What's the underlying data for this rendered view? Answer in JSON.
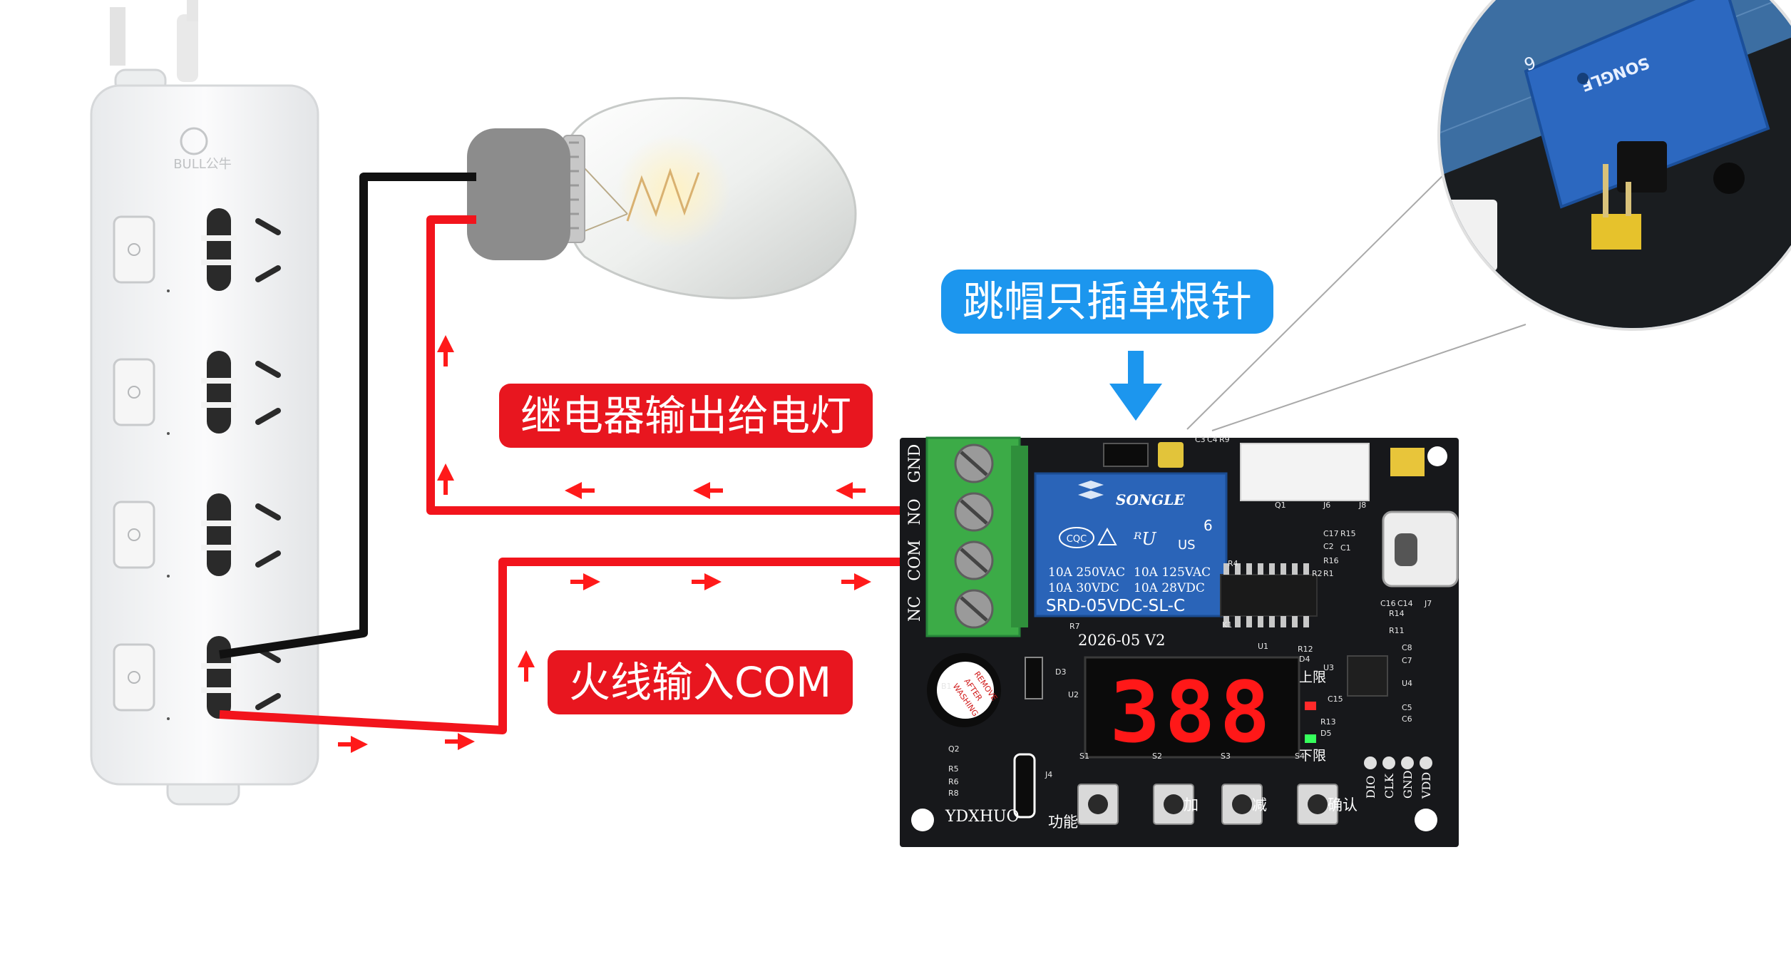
{
  "callouts": {
    "relay_output": "继电器输出给电灯",
    "live_input": "火线输入COM",
    "jumper_note": "跳帽只插单根针"
  },
  "power_strip": {
    "brand": "BULL公牛",
    "sockets": 4
  },
  "terminal_block": {
    "labels": [
      "GND",
      "NO",
      "COM",
      "NC"
    ]
  },
  "relay": {
    "brand": "SONGLE",
    "marks": [
      "CQC",
      "6",
      "US"
    ],
    "ratings": [
      "10A 250VAC",
      "10A 125VAC",
      "10A 30VDC",
      "10A 28VDC"
    ],
    "model": "SRD-05VDC-SL-C"
  },
  "board": {
    "version": "2026-05 V2",
    "maker": "YDXHUO",
    "display": "388",
    "buzzer_text": [
      "REMOVE",
      "AFTER",
      "WASHING"
    ],
    "indicators": {
      "upper": "上限",
      "lower": "下限"
    },
    "buttons": [
      "功能",
      "加",
      "减",
      "确认"
    ],
    "header_pins": [
      "DIO",
      "CLK",
      "GND",
      "VDD"
    ],
    "refs": [
      "C3",
      "C4",
      "R9",
      "Q1",
      "J6",
      "J8",
      "C17",
      "R15",
      "C2",
      "C1",
      "R16",
      "R2",
      "R1",
      "R4",
      "R7",
      "D3",
      "K1",
      "U1",
      "R12",
      "D4",
      "U3",
      "C8",
      "C7",
      "U4",
      "C5",
      "C6",
      "R13",
      "D5",
      "R11",
      "R14",
      "C16",
      "C14",
      "J7",
      "C15",
      "B1",
      "U2",
      "S1",
      "S2",
      "S3",
      "S4",
      "Q2",
      "R5",
      "R6",
      "R8",
      "J4"
    ]
  },
  "inset": {
    "relay_text": "SONGLE",
    "relay_num": "6"
  },
  "colors": {
    "wire_red": "#f2141c",
    "wire_black": "#111111",
    "arrow_red": "#ff1a1a",
    "callout_red": "#e8161f",
    "callout_blue": "#1c96ee",
    "pcb": "#17181b",
    "terminal_green": "#3cab47",
    "relay_blue": "#2a64b8",
    "segment_red": "#ff1818"
  }
}
